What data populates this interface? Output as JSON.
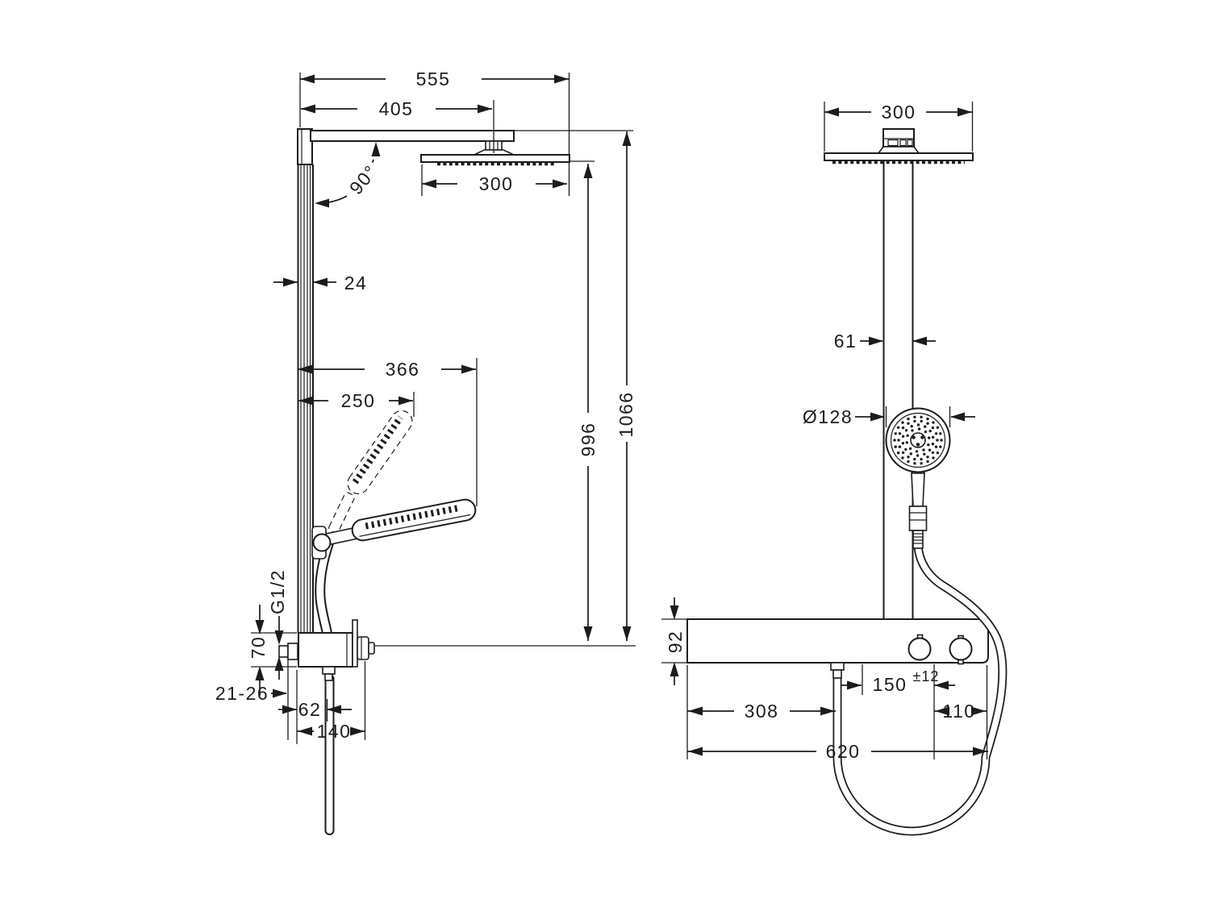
{
  "drawing": {
    "type": "technical-dimension-drawing",
    "subject": "shower system with overhead shower, hand shower and shelf thermostat",
    "background_color": "#ffffff",
    "line_color": "#1c1c1c"
  },
  "left_view": {
    "name": "side view",
    "dims": {
      "total_width": "555",
      "arm_projection": "405",
      "overhead_width": "300",
      "bar_depth": "24",
      "handshower_reach": "366",
      "handshower_upright_reach": "250",
      "swivel_angle": "90°",
      "height_to_overhead": "996",
      "height_to_arm": "1066",
      "connection_thread": "G1/2",
      "valve_body_height": "70",
      "wall_distance_range": "21-26",
      "hose_outlet_offset": "62",
      "valve_total_depth": "140"
    }
  },
  "right_view": {
    "name": "front view",
    "dims": {
      "overhead_width": "300",
      "bar_width": "61",
      "handshower_diameter": "Ø128",
      "shelf_height": "92",
      "shelf_left_to_hose": "308",
      "supply_centers": "150",
      "supply_tolerance": "±12",
      "shelf_right_section": "110",
      "shelf_width": "620"
    }
  }
}
